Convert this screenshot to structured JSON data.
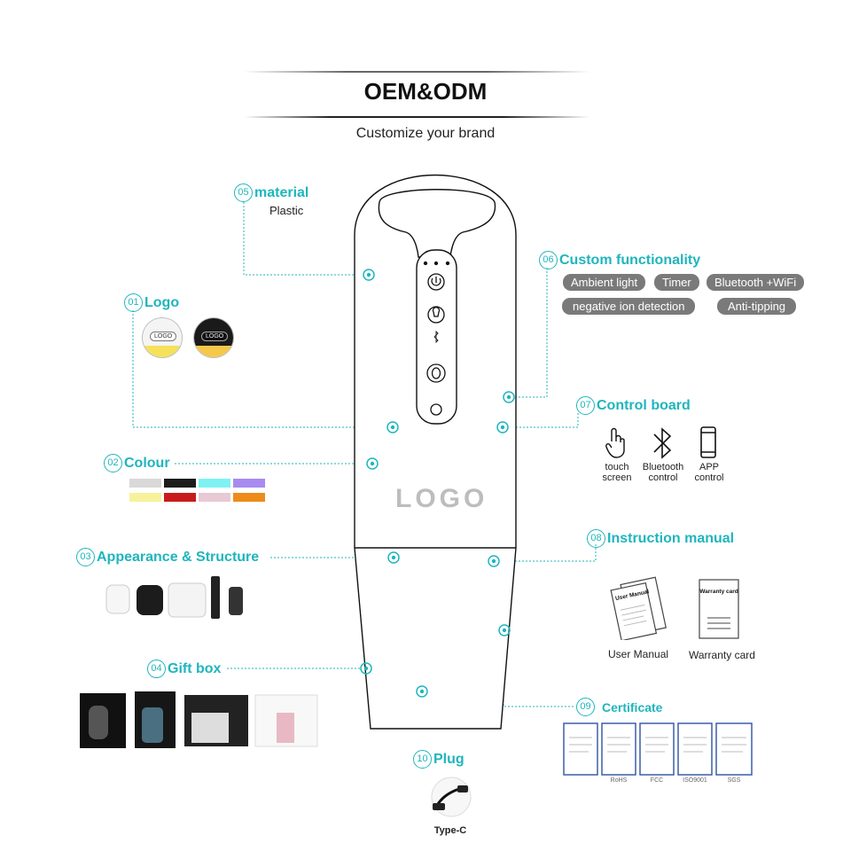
{
  "header": {
    "title": "OEM&ODM",
    "subtitle": "Customize your brand"
  },
  "product": {
    "logo_text": "LOGO"
  },
  "sections": {
    "material": {
      "num": "05",
      "title": "material",
      "value": "Plastic"
    },
    "custom": {
      "num": "06",
      "title": "Custom functionality",
      "pills": [
        "Ambient light",
        "Timer",
        "Bluetooth +WiFi",
        "negative ion detection",
        "Anti-tipping"
      ]
    },
    "logo": {
      "num": "01",
      "title": "Logo",
      "tag_light": "LOGO",
      "tag_dark": "LOGO"
    },
    "control": {
      "num": "07",
      "title": "Control board",
      "items": [
        {
          "line1": "touch",
          "line2": "screen",
          "icon": "touch-hand-icon"
        },
        {
          "line1": "Bluetooth",
          "line2": "control",
          "icon": "bluetooth-icon"
        },
        {
          "line1": "APP",
          "line2": "control",
          "icon": "phone-icon"
        }
      ]
    },
    "colour": {
      "num": "02",
      "title": "Colour",
      "swatches": [
        "#d9d9d9",
        "#1c1c1c",
        "#7ef2f2",
        "#a78bf0",
        "#f7f29a",
        "#c81c1c",
        "#e8c9d4",
        "#ee8c1a"
      ]
    },
    "appearance": {
      "num": "03",
      "title": "Appearance & Structure"
    },
    "manual": {
      "num": "08",
      "title": "Instruction manual",
      "user_manual_label": "User Manual",
      "warranty_label": "Warranty card",
      "manual_cover_text": "User Manual",
      "warranty_cover_text": "Warranty card"
    },
    "giftbox": {
      "num": "04",
      "title": "Gift box"
    },
    "certificate": {
      "num": "09",
      "title": "Certificate",
      "labels": [
        "RoHS",
        "FCC",
        "ISO9001",
        "SGS"
      ]
    },
    "plug": {
      "num": "10",
      "title": "Plug",
      "type": "Type-C"
    }
  },
  "colors": {
    "accent": "#1fb5bd"
  }
}
